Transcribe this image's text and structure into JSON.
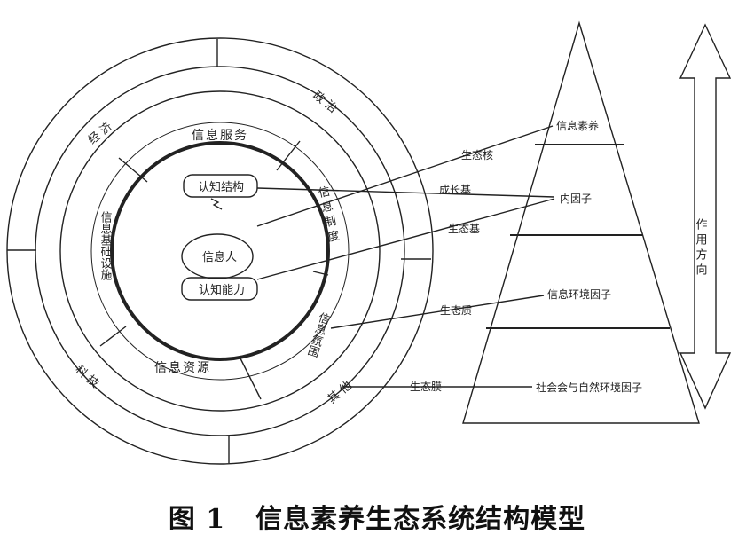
{
  "rings": {
    "outer": {
      "left": "经 济",
      "right_top": "政 治",
      "left_bottom": "科 技",
      "right_bottom": "其 他"
    },
    "middle": {
      "top": "信息服务",
      "left": "信息基础设施",
      "right_top": "信息制度",
      "bottom": "信息资源",
      "right_bottom": "信息氛围"
    },
    "inner": {
      "knowledge_structure": "认知结构",
      "person": "信息人",
      "knowledge_ability": "认知能力"
    }
  },
  "connectors": {
    "core": "生态核",
    "growth": "成长基",
    "base": "生态基",
    "quality": "生态质",
    "membrane": "生态膜"
  },
  "pyramid": {
    "literacy": "信息素养",
    "inner_factor": "内因子",
    "env_factor": "信息环境因子",
    "social_factor": "社会会与自然环境因子"
  },
  "arrow": {
    "label": "作用方向"
  },
  "caption": {
    "number": "图 1",
    "title": "信息素养生态系统结构模型"
  }
}
